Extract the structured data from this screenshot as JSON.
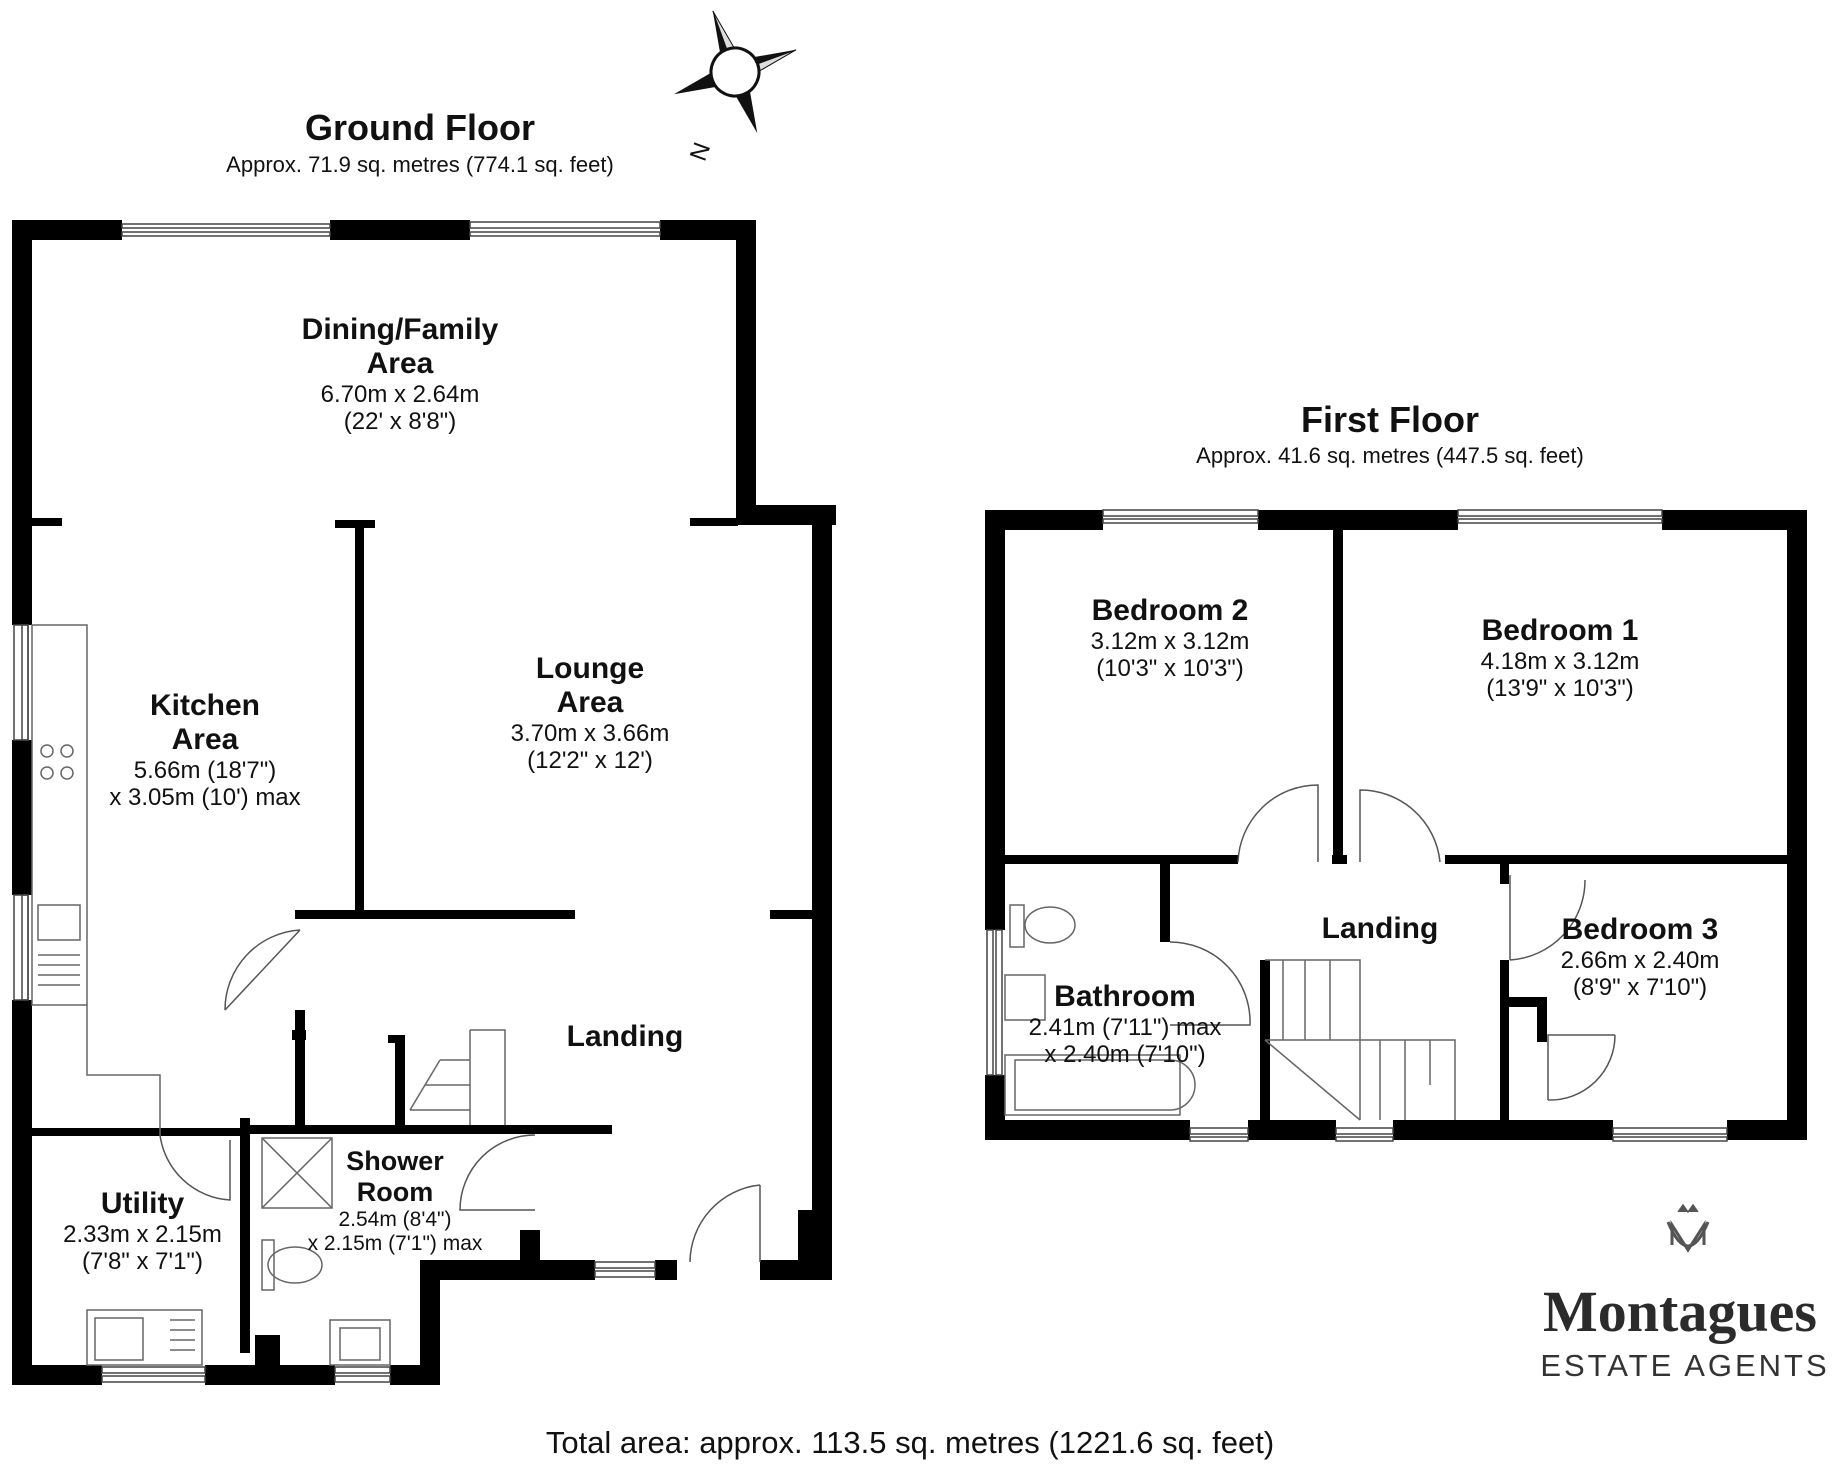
{
  "ground_floor": {
    "title": "Ground Floor",
    "area": "Approx. 71.9 sq. metres (774.1 sq. feet)",
    "rooms": [
      {
        "name_lines": [
          "Dining/Family",
          "Area"
        ],
        "dims": [
          "6.70m x 2.64m",
          "(22' x 8'8\")"
        ]
      },
      {
        "name_lines": [
          "Kitchen",
          "Area"
        ],
        "dims": [
          "5.66m (18'7\")",
          "x 3.05m (10') max"
        ]
      },
      {
        "name_lines": [
          "Lounge",
          "Area"
        ],
        "dims": [
          "3.70m x 3.66m",
          "(12'2\" x 12')"
        ]
      },
      {
        "name_lines": [
          "Landing"
        ],
        "dims": []
      },
      {
        "name_lines": [
          "Utility"
        ],
        "dims": [
          "2.33m x 2.15m",
          "(7'8\" x 7'1\")"
        ]
      },
      {
        "name_lines": [
          "Shower",
          "Room"
        ],
        "dims": [
          "2.54m (8'4\")",
          "x 2.15m (7'1\") max"
        ]
      }
    ]
  },
  "first_floor": {
    "title": "First Floor",
    "area": "Approx. 41.6 sq. metres (447.5 sq. feet)",
    "rooms": [
      {
        "name_lines": [
          "Bedroom 2"
        ],
        "dims": [
          "3.12m x 3.12m",
          "(10'3\" x 10'3\")"
        ]
      },
      {
        "name_lines": [
          "Bedroom 1"
        ],
        "dims": [
          "4.18m x 3.12m",
          "(13'9\" x 10'3\")"
        ]
      },
      {
        "name_lines": [
          "Landing"
        ],
        "dims": []
      },
      {
        "name_lines": [
          "Bedroom 3"
        ],
        "dims": [
          "2.66m x 2.40m",
          "(8'9\" x 7'10\")"
        ]
      },
      {
        "name_lines": [
          "Bathroom"
        ],
        "dims": [
          "2.41m (7'11\") max",
          "x 2.40m (7'10\")"
        ]
      }
    ]
  },
  "compass": {
    "label": "N"
  },
  "total_area": "Total area: approx. 113.5 sq. metres (1221.6 sq. feet)",
  "branding": {
    "logo_mark": "M",
    "name": "Montagues",
    "tagline": "ESTATE AGENTS"
  },
  "colors": {
    "wall": "#000000",
    "fixture_line": "#666666",
    "background": "#ffffff",
    "brand_text": "#2b2b2b"
  }
}
